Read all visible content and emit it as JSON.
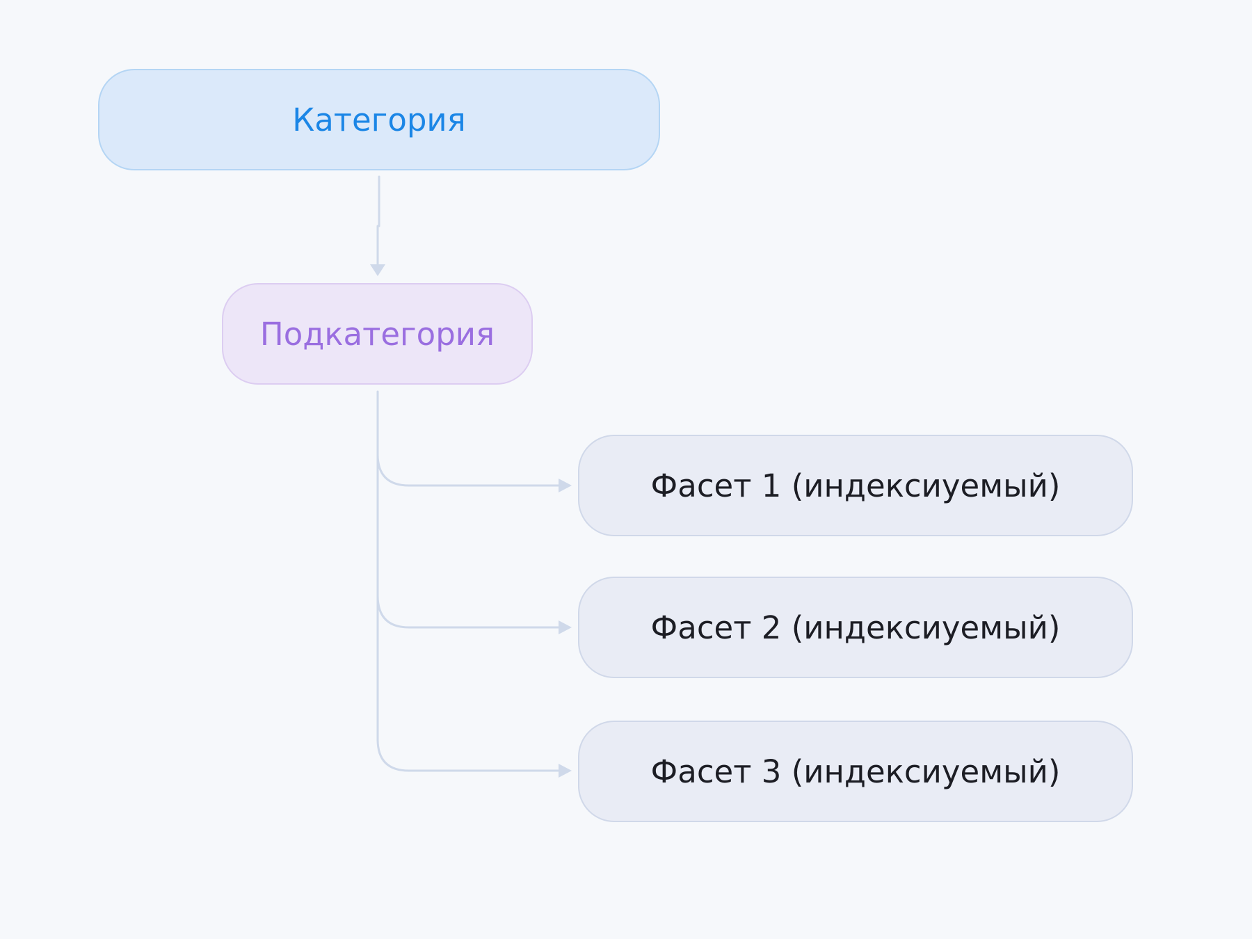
{
  "diagram": {
    "category": {
      "label": "Категория"
    },
    "subcategory": {
      "label": "Подкатегория"
    },
    "facets": [
      {
        "label": "Фасет 1 (индексиуемый)"
      },
      {
        "label": "Фасет 2 (индексиуемый)"
      },
      {
        "label": "Фасет 3 (индексиуемый)"
      }
    ],
    "colors": {
      "background": "#f6f8fb",
      "connector": "#cfd9ea",
      "category_fill": "#dbe9fa",
      "category_text": "#1b86e6",
      "subcategory_fill": "#ede6f8",
      "subcategory_text": "#9a6ee0",
      "facet_fill": "#e9ecf5",
      "facet_text": "#1c1d24"
    }
  }
}
